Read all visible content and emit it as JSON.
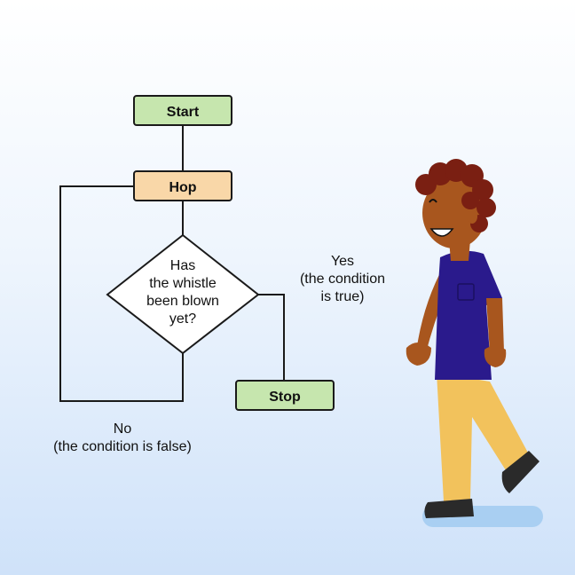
{
  "flowchart": {
    "start": "Start",
    "hop": "Hop",
    "decision": [
      "Has",
      "the whistle",
      "been blown",
      "yet?"
    ],
    "stop": "Stop",
    "yes_label": [
      "Yes",
      "(the condition",
      "is true)"
    ],
    "no_label": [
      "No",
      "(the condition is false)"
    ]
  },
  "colors": {
    "start_fill": "#c6e6ae",
    "hop_fill": "#f9d7a8",
    "stop_fill": "#c6e6ae",
    "decision_fill": "#ffffff",
    "shirt": "#2a1a8c",
    "pants": "#f2c25c",
    "skin": "#a8561e",
    "hair": "#7a1f12",
    "shoe": "#2a2a2a",
    "shadow": "#a9cff2"
  },
  "illustration": {
    "icon": "walking-person-illustration"
  }
}
